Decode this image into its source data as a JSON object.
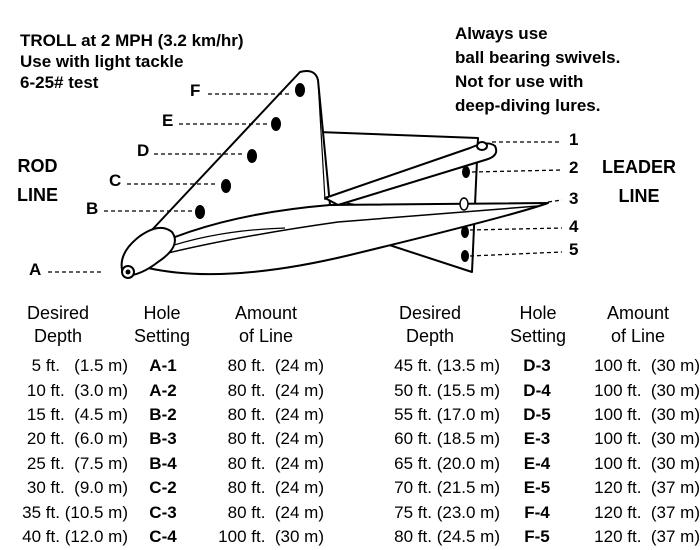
{
  "header_left": [
    "TROLL at 2 MPH (3.2 km/hr)",
    "Use with light tackle",
    "6-25# test"
  ],
  "header_right": [
    "Always use",
    "ball bearing swivels.",
    "Not for use with",
    "deep-diving lures."
  ],
  "rod_line": [
    "ROD",
    "LINE"
  ],
  "leader_line": [
    "LEADER",
    "LINE"
  ],
  "rod_labels": [
    "A",
    "B",
    "C",
    "D",
    "E",
    "F"
  ],
  "leader_labels": [
    "1",
    "2",
    "3",
    "4",
    "5"
  ],
  "columns": {
    "depth": [
      "Desired",
      "Depth"
    ],
    "hole": [
      "Hole",
      "Setting"
    ],
    "amount": [
      "Amount",
      "of Line"
    ]
  },
  "table_left": [
    {
      "depth": "5 ft.   (1.5 m)",
      "hole": "A-1",
      "amount": "80 ft.  (24 m)"
    },
    {
      "depth": "10 ft.  (3.0 m)",
      "hole": "A-2",
      "amount": "80 ft.  (24 m)"
    },
    {
      "depth": "15 ft.  (4.5 m)",
      "hole": "B-2",
      "amount": "80 ft.  (24 m)"
    },
    {
      "depth": "20 ft.  (6.0 m)",
      "hole": "B-3",
      "amount": "80 ft.  (24 m)"
    },
    {
      "depth": "25 ft.  (7.5 m)",
      "hole": "B-4",
      "amount": "80 ft.  (24 m)"
    },
    {
      "depth": "30 ft.  (9.0 m)",
      "hole": "C-2",
      "amount": "80 ft.  (24 m)"
    },
    {
      "depth": "35 ft. (10.5 m)",
      "hole": "C-3",
      "amount": "80 ft.  (24 m)"
    },
    {
      "depth": "40 ft. (12.0 m)",
      "hole": "C-4",
      "amount": "100 ft.  (30 m)"
    }
  ],
  "table_right": [
    {
      "depth": "45 ft. (13.5 m)",
      "hole": "D-3",
      "amount": "100 ft.  (30 m)"
    },
    {
      "depth": "50 ft. (15.5 m)",
      "hole": "D-4",
      "amount": "100 ft.  (30 m)"
    },
    {
      "depth": "55 ft. (17.0 m)",
      "hole": "D-5",
      "amount": "100 ft.  (30 m)"
    },
    {
      "depth": "60 ft. (18.5 m)",
      "hole": "E-3",
      "amount": "100 ft.  (30 m)"
    },
    {
      "depth": "65 ft. (20.0 m)",
      "hole": "E-4",
      "amount": "100 ft.  (30 m)"
    },
    {
      "depth": "70 ft. (21.5 m)",
      "hole": "E-5",
      "amount": "120 ft.  (37 m)"
    },
    {
      "depth": "75 ft. (23.0 m)",
      "hole": "F-4",
      "amount": "120 ft.  (37 m)"
    },
    {
      "depth": "80 ft. (24.5 m)",
      "hole": "F-5",
      "amount": "120 ft.  (37 m)"
    }
  ]
}
